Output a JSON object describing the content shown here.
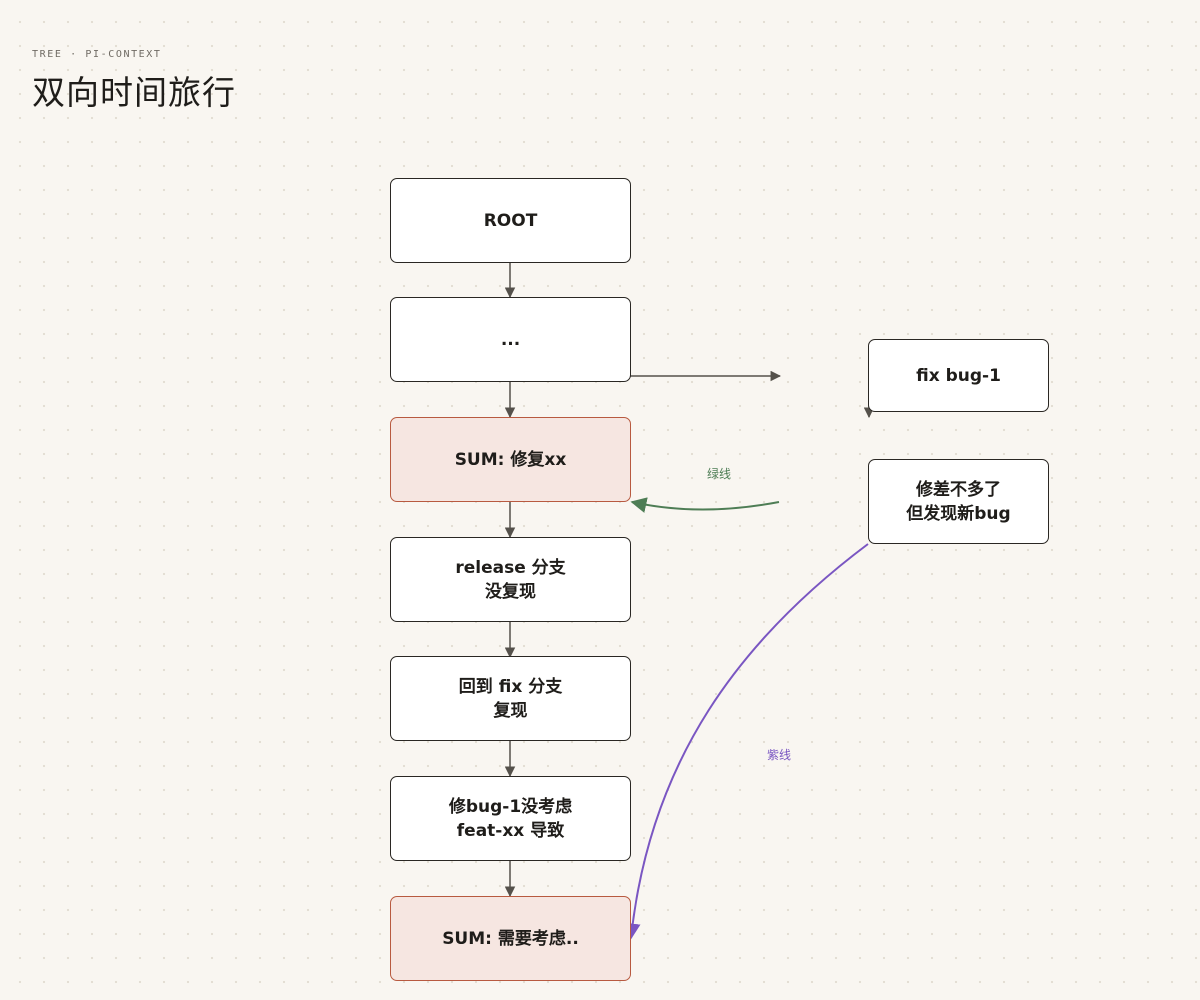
{
  "header": {
    "eyebrow": "TREE · PI-CONTEXT",
    "title": "双向时间旅行"
  },
  "nodes": {
    "root": {
      "label": "ROOT",
      "kind": "normal"
    },
    "ellipsis": {
      "label": "...",
      "kind": "normal"
    },
    "sum_fix_xx": {
      "label": "SUM: 修复xx",
      "kind": "summary"
    },
    "release_branch": {
      "label": "release 分支\n没复现",
      "kind": "normal"
    },
    "back_to_fix": {
      "label": "回到 fix 分支\n复现",
      "kind": "normal"
    },
    "fix_bug_cause": {
      "label": "修bug-1没考虑\nfeat-xx 导致",
      "kind": "normal"
    },
    "sum_need": {
      "label": "SUM: 需要考虑..",
      "kind": "summary"
    },
    "fix_bug_1": {
      "label": "fix bug-1",
      "kind": "normal"
    },
    "almost_fixed": {
      "label": "修差不多了\n但发现新bug",
      "kind": "normal"
    }
  },
  "edge_labels": {
    "green": "绿线",
    "purple": "紫线"
  },
  "colors": {
    "summary_fill": "#f6e6e1",
    "summary_border": "#b85a40",
    "edge": "#55514b",
    "green_line": "#4e7d55",
    "purple_line": "#7a56c2"
  }
}
